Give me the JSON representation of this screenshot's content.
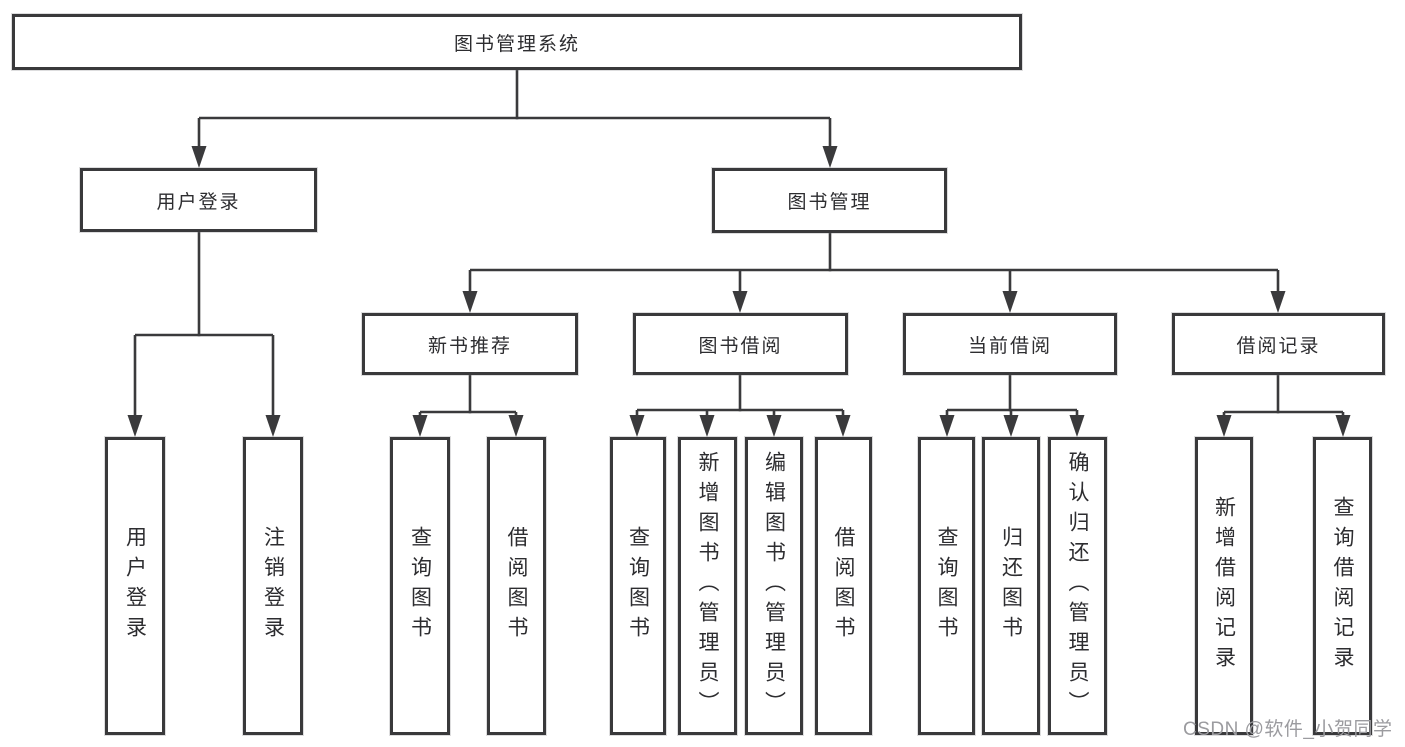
{
  "diagram": {
    "root": "图书管理系统",
    "level2": [
      {
        "label": "用户登录",
        "children": [
          "用户登录",
          "注销登录"
        ]
      },
      {
        "label": "图书管理",
        "children": [
          {
            "label": "新书推荐",
            "children": [
              "查询图书",
              "借阅图书"
            ]
          },
          {
            "label": "图书借阅",
            "children": [
              "查询图书",
              "新增图书（管理员）",
              "编辑图书（管理员）",
              "借阅图书"
            ]
          },
          {
            "label": "当前借阅",
            "children": [
              "查询图书",
              "归还图书",
              "确认归还（管理员）"
            ]
          },
          {
            "label": "借阅记录",
            "children": [
              "新增借阅记录",
              "查询借阅记录"
            ]
          }
        ]
      }
    ]
  },
  "watermark": {
    "text": "CSDN @软件_小贺同学"
  },
  "colors": {
    "line": "#3a3a3c",
    "box_border": "#39393b",
    "text": "#2d2d30",
    "watermark": "#9b9b9f",
    "background": "#ffffff"
  }
}
